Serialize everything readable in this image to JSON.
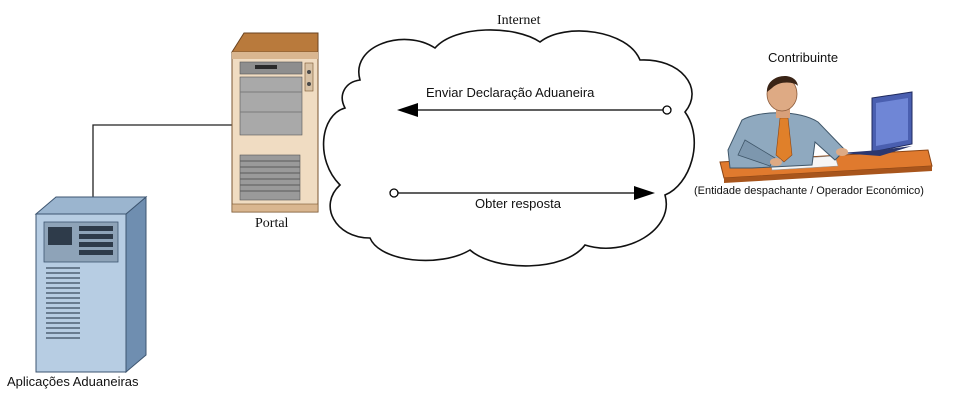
{
  "labels": {
    "internet": "Internet",
    "send": "Enviar Declaração Aduaneira",
    "receive": "Obter resposta",
    "portal": "Portal",
    "contribuinte": "Contribuinte",
    "contribuinte_sub": "(Entidade despachante / Operador Económico)",
    "aplicacoes": "Aplicações Aduaneiras"
  },
  "icons": {
    "portal": "server-tower-icon",
    "aplicacoes": "server-tower-icon",
    "contribuinte": "person-at-laptop-icon",
    "internet": "cloud-icon"
  },
  "colors": {
    "portal_top": "#c98b4a",
    "portal_body": "#f1dcc3",
    "app_body": "#b8cde2",
    "app_side": "#7f9bb7",
    "arrow": "#000000"
  }
}
